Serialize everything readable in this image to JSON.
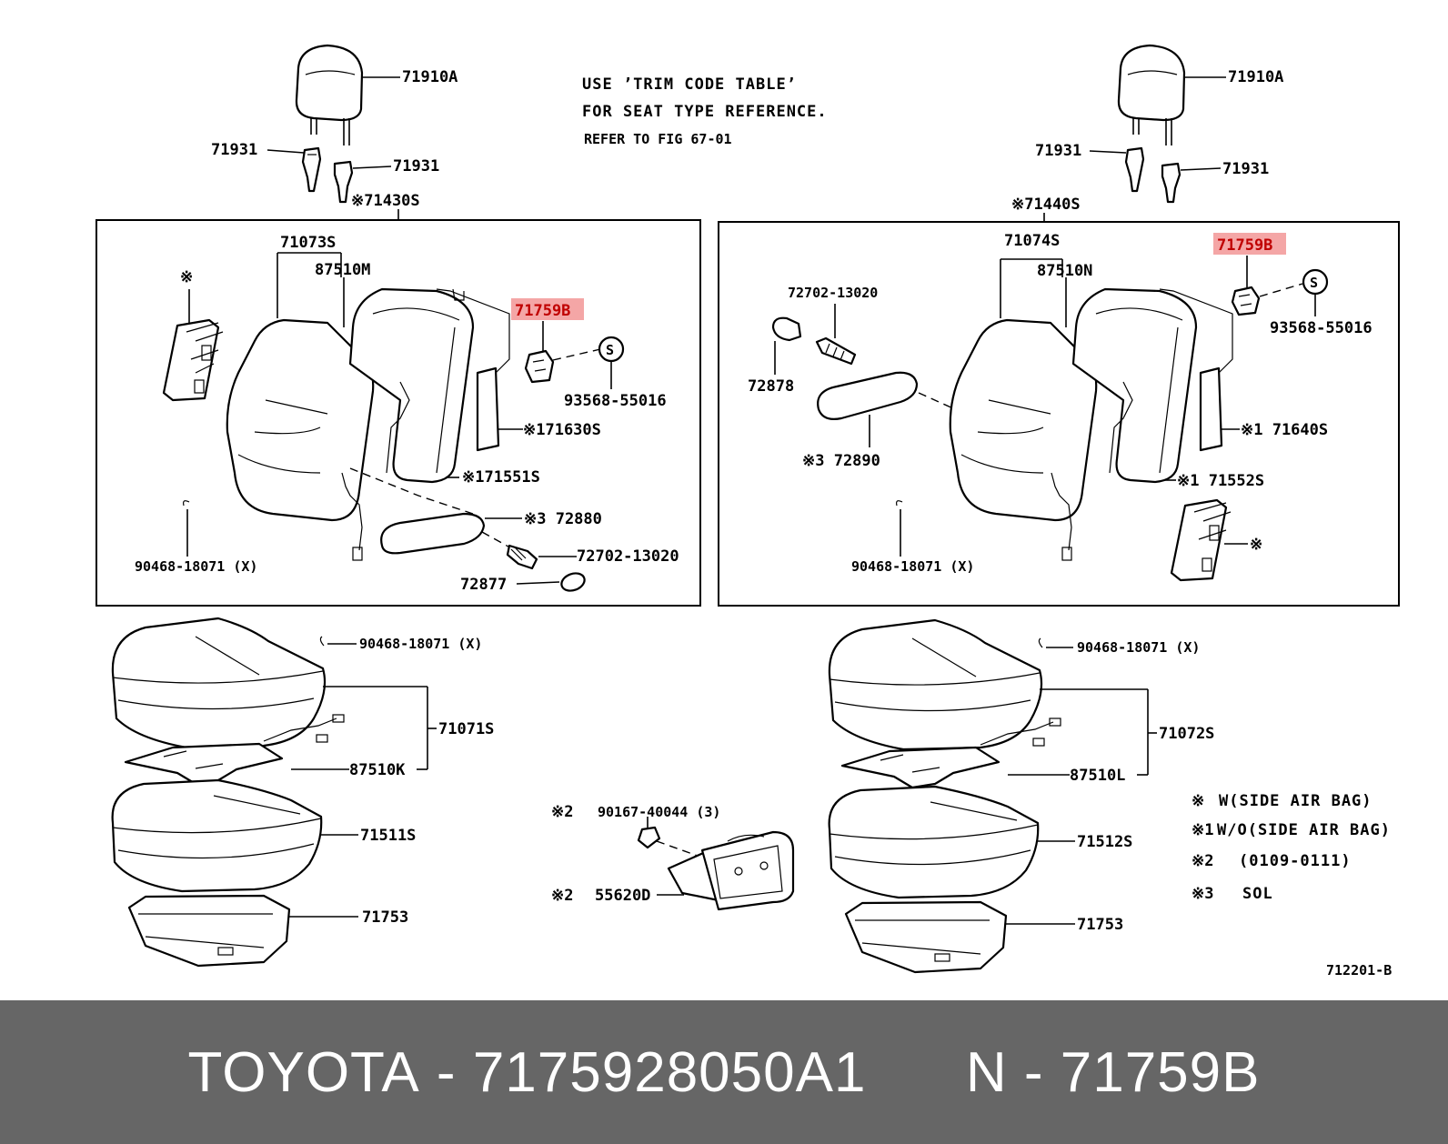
{
  "diagram": {
    "trim_note": [
      "USE ’TRIM CODE TABLE’",
      "FOR SEAT TYPE REFERENCE.",
      "REFER TO FIG 67-01"
    ],
    "figure_number": "712201-B",
    "highlight_color": "#f4a6a6",
    "highlight_text_color": "#c00000",
    "left": {
      "headrest": "71910A",
      "guide_a": "71931",
      "guide_b": "71931",
      "back_assy": "※71430S",
      "back_cover": "71073S",
      "back_pad": "87510M",
      "bracket": "71759B",
      "screw": "93568-55016",
      "side_airbag_mark": "※",
      "frame_side": "※171630S",
      "frame_bottom": "※171551S",
      "armrest": "※3  72880",
      "arm_bolt": "72702-13020",
      "arm_cap": "72877",
      "hog_ring": "90468-18071 (X)",
      "cushion_hog_ring": "90468-18071 (X)",
      "cushion_cover": "71071S",
      "cushion_pad": "87510K",
      "cushion": "71511S",
      "shield": "71753"
    },
    "right": {
      "headrest": "71910A",
      "guide_a": "71931",
      "guide_b": "71931",
      "back_assy": "※71440S",
      "back_cover": "71074S",
      "back_pad": "87510N",
      "bracket": "71759B",
      "screw": "93568-55016",
      "arm_bolt": "72702-13020",
      "arm_cap": "72878",
      "armrest": "※3  72890",
      "frame_side": "※1 71640S",
      "frame_bottom": "※1 71552S",
      "side_airbag_mark": "※",
      "hog_ring": "90468-18071 (X)",
      "cushion_hog_ring": "90468-18071 (X)",
      "cushion_cover": "71072S",
      "cushion_pad": "87510L",
      "cushion": "71512S",
      "shield": "71753"
    },
    "center": {
      "bolt_mark": "※2",
      "bolt": "90167-40044 (3)",
      "tray_mark": "※2",
      "tray": "55620D"
    },
    "legend": [
      {
        "mark": "※",
        "text": "W(SIDE AIR BAG)"
      },
      {
        "mark": "※1",
        "text": "W/O(SIDE AIR BAG)"
      },
      {
        "mark": "※2",
        "text": "(0109-0111)"
      },
      {
        "mark": "※3",
        "text": "SOL"
      }
    ]
  },
  "footer": {
    "brand": "TOYOTA",
    "separator": "-",
    "part_number": "7175928050A1",
    "label": "N",
    "part_code": "71759B"
  }
}
